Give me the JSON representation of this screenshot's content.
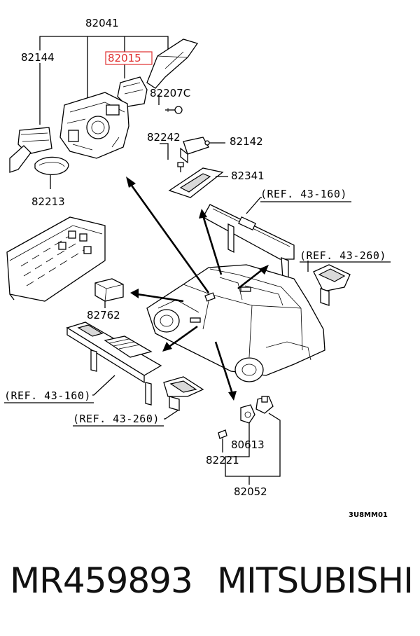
{
  "labels": {
    "l82041": "82041",
    "l82144": "82144",
    "l82015": "82015",
    "l82207C": "82207C",
    "l82242": "82242",
    "l82142": "82142",
    "l82341": "82341",
    "l82213": "82213",
    "l82762": "82762",
    "l80613": "80613",
    "l82221": "82221",
    "l82052": "82052"
  },
  "refs": {
    "ref1": "(REF. 43-160)",
    "ref2": "(REF. 43-260)",
    "ref3": "(REF. 43-160)",
    "ref4": "(REF. 43-260)"
  },
  "diagram_code": "3U8MM01",
  "highlight_color": "#e03030",
  "footer": {
    "part_number": "MR459893",
    "brand": "MITSUBISHI"
  }
}
